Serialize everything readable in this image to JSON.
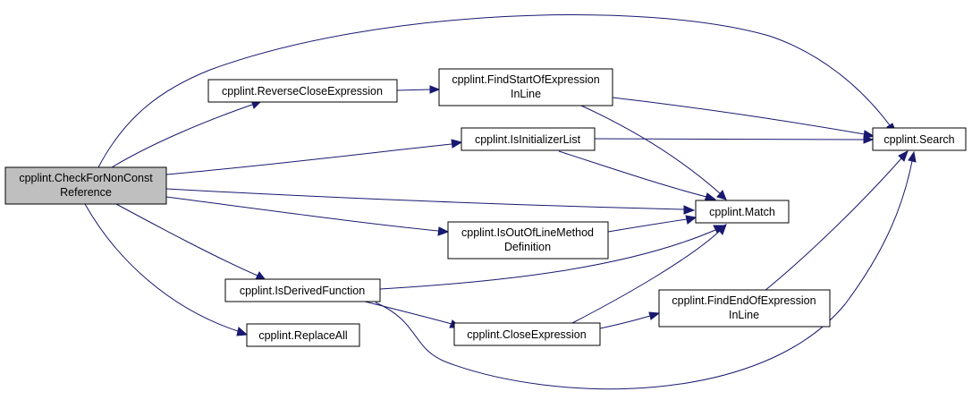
{
  "colors": {
    "edge": "#191970",
    "root_fill": "#bfbfbf",
    "node_fill": "#ffffff",
    "node_border": "#000000"
  },
  "nodes": {
    "check": {
      "line1": "cpplint.CheckForNonConst",
      "line2": "Reference"
    },
    "reverse": {
      "line1": "cpplint.ReverseCloseExpression"
    },
    "findstart": {
      "line1": "cpplint.FindStartOfExpression",
      "line2": "InLine"
    },
    "isinit": {
      "line1": "cpplint.IsInitializerList"
    },
    "search": {
      "line1": "cpplint.Search"
    },
    "match": {
      "line1": "cpplint.Match"
    },
    "outofline": {
      "line1": "cpplint.IsOutOfLineMethod",
      "line2": "Definition"
    },
    "derived": {
      "line1": "cpplint.IsDerivedFunction"
    },
    "replaceall": {
      "line1": "cpplint.ReplaceAll"
    },
    "closeexpr": {
      "line1": "cpplint.CloseExpression"
    },
    "findend": {
      "line1": "cpplint.FindEndOfExpression",
      "line2": "InLine"
    }
  }
}
